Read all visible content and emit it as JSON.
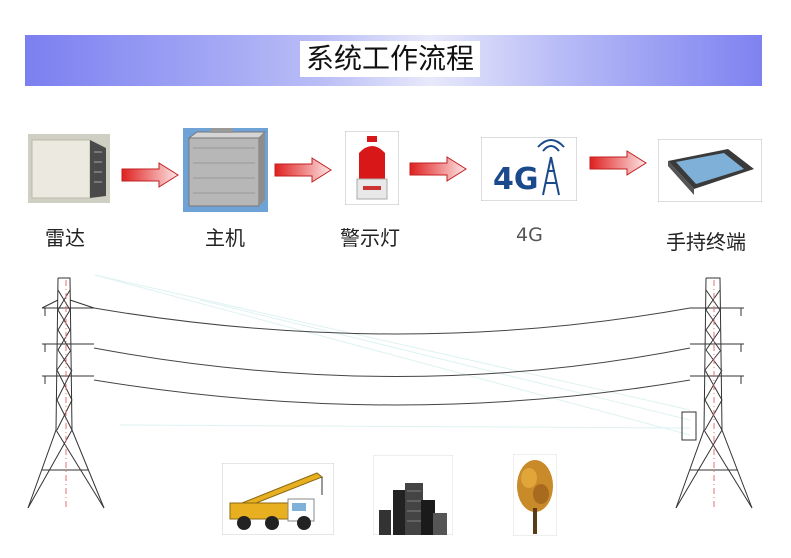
{
  "title": "系统工作流程",
  "flow": [
    {
      "id": "radar",
      "label": "雷达"
    },
    {
      "id": "host",
      "label": "主机"
    },
    {
      "id": "alarm",
      "label": "警示灯"
    },
    {
      "id": "network",
      "label": "4G"
    },
    {
      "id": "handheld",
      "label": "手持终端"
    }
  ],
  "network_logo_text": "4G",
  "colors": {
    "banner_dark": "#7b7ff0",
    "arrow": "#e02020",
    "tower": "#333333"
  }
}
